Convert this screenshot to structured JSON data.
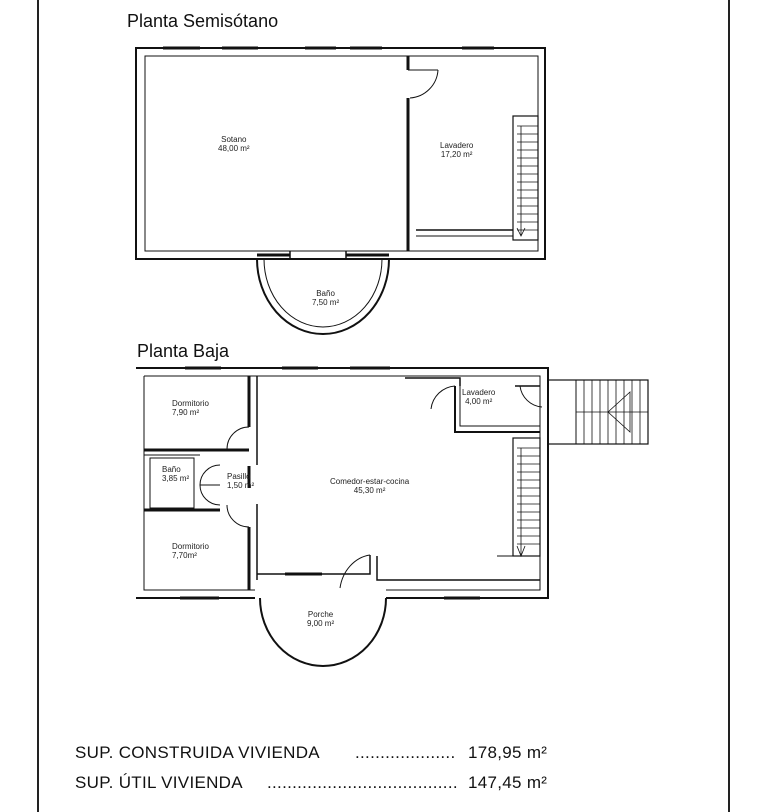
{
  "semisotano": {
    "title": "Planta Semisótano",
    "rooms": {
      "sotano": {
        "name": "Sotano",
        "area": "48,00 m²"
      },
      "lavadero": {
        "name": "Lavadero",
        "area": "17,20 m²"
      },
      "bano": {
        "name": "Baño",
        "area": "7,50 m²"
      }
    }
  },
  "baja": {
    "title": "Planta Baja",
    "rooms": {
      "dormitorio1": {
        "name": "Dormitorio",
        "area": "7,90 m²"
      },
      "bano": {
        "name": "Baño",
        "area": "3,85 m²"
      },
      "pasillo": {
        "name": "Pasillo",
        "area": "1,50 m²"
      },
      "dormitorio2": {
        "name": "Dormitorio",
        "area": "7,70m²"
      },
      "lavadero": {
        "name": "Lavadero",
        "area": "4,00 m²"
      },
      "comedor": {
        "name": "Comedor-estar-cocina",
        "area": "45,30 m²"
      },
      "porche": {
        "name": "Porche",
        "area": "9,00 m²"
      }
    }
  },
  "superficies": {
    "construida": {
      "label": "SUP. CONSTRUIDA VIVIENDA",
      "dots": "....................",
      "value": "178,95 m²"
    },
    "util": {
      "label": "SUP. ÚTIL VIVIENDA",
      "dots": "......................................",
      "value": "147,45  m²"
    }
  }
}
